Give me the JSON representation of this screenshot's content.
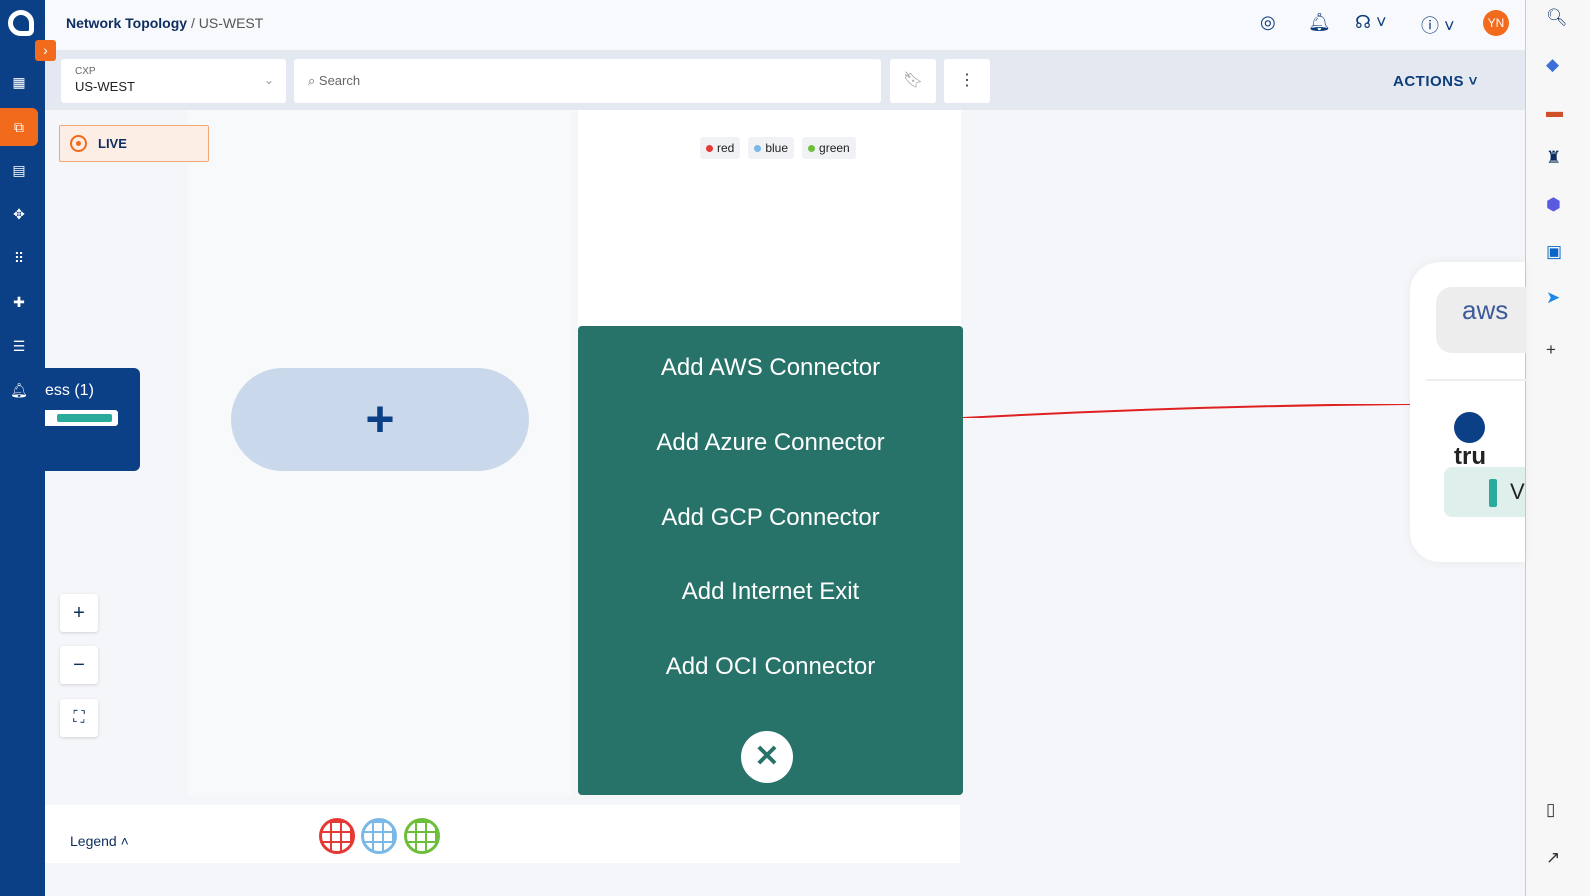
{
  "header": {
    "breadcrumb_root": "Network Topology",
    "breadcrumb_sep": "/",
    "breadcrumb_current": "US-WEST",
    "avatar_initials": "YN"
  },
  "toolbar": {
    "cxp_label": "CXP",
    "cxp_value": "US-WEST",
    "search_placeholder": "Search",
    "actions_label": "ACTIONS"
  },
  "canvas": {
    "live_label": "LIVE",
    "tags": [
      {
        "label": "red",
        "color": "#e53935"
      },
      {
        "label": "blue",
        "color": "#7ab8e8"
      },
      {
        "label": "green",
        "color": "#6cbf3a"
      }
    ],
    "node_partial_label": "ess (1)",
    "add_symbol": "+",
    "aws_label": "aws",
    "provider_partial": "tru",
    "tag_partial": "V"
  },
  "menu": {
    "items": [
      "Add AWS Connector",
      "Add Azure Connector",
      "Add GCP Connector",
      "Add Internet Exit",
      "Add OCI Connector"
    ]
  },
  "legend": {
    "label": "Legend"
  },
  "colors": {
    "nav": "#0b3f86",
    "accent": "#f26b1d",
    "menu": "#287369",
    "link": "#e02020"
  }
}
